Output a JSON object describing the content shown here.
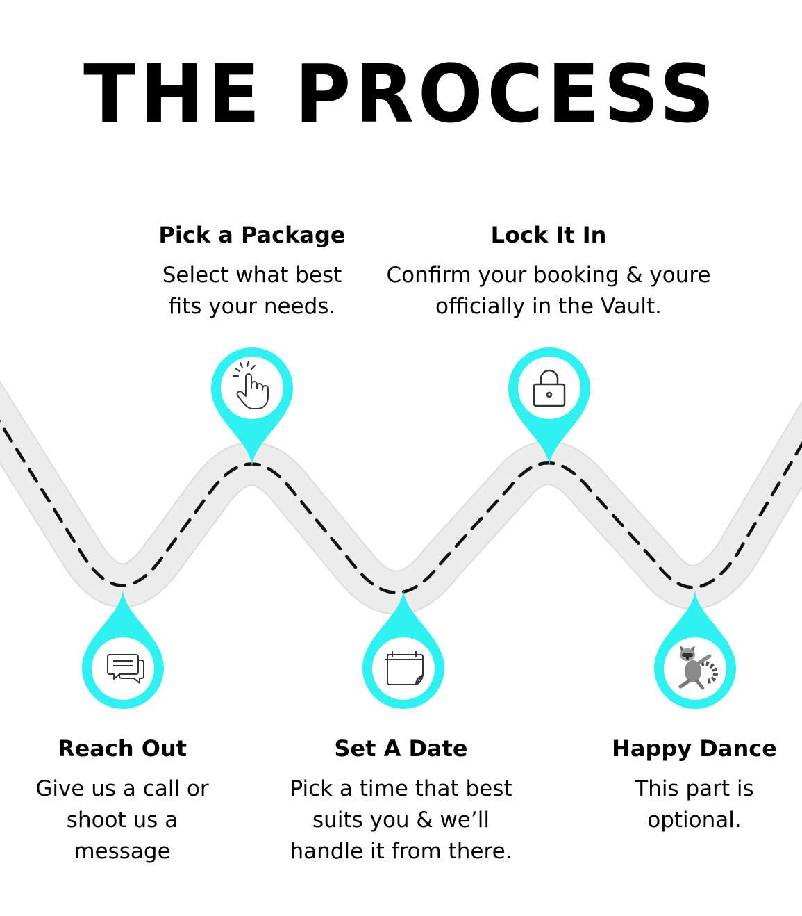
{
  "title": "THE PROCESS",
  "colors": {
    "accent": "#2ef2f2",
    "road": "#ececec",
    "road_edge": "#dcdcdc",
    "dash": "#111111",
    "text": "#000000"
  },
  "steps": [
    {
      "title": "Reach Out",
      "description": "Give us a call or\nshoot us a\nmessage",
      "icon": "chat-bubbles-icon",
      "position": "below"
    },
    {
      "title": "Pick a Package",
      "description": "Select what best\nfits your needs.",
      "icon": "pointing-hand-click-icon",
      "position": "above"
    },
    {
      "title": "Set A Date",
      "description": "Pick a time that best\nsuits you & we’ll\nhandle it from there.",
      "icon": "calendar-icon",
      "position": "below"
    },
    {
      "title": "Lock It In",
      "description": "Confirm your booking & youre\nofficially in the Vault.",
      "icon": "padlock-icon",
      "position": "above"
    },
    {
      "title": "Happy Dance",
      "description": "This part is\noptional.",
      "icon": "dancing-raccoon-icon",
      "position": "below"
    }
  ]
}
